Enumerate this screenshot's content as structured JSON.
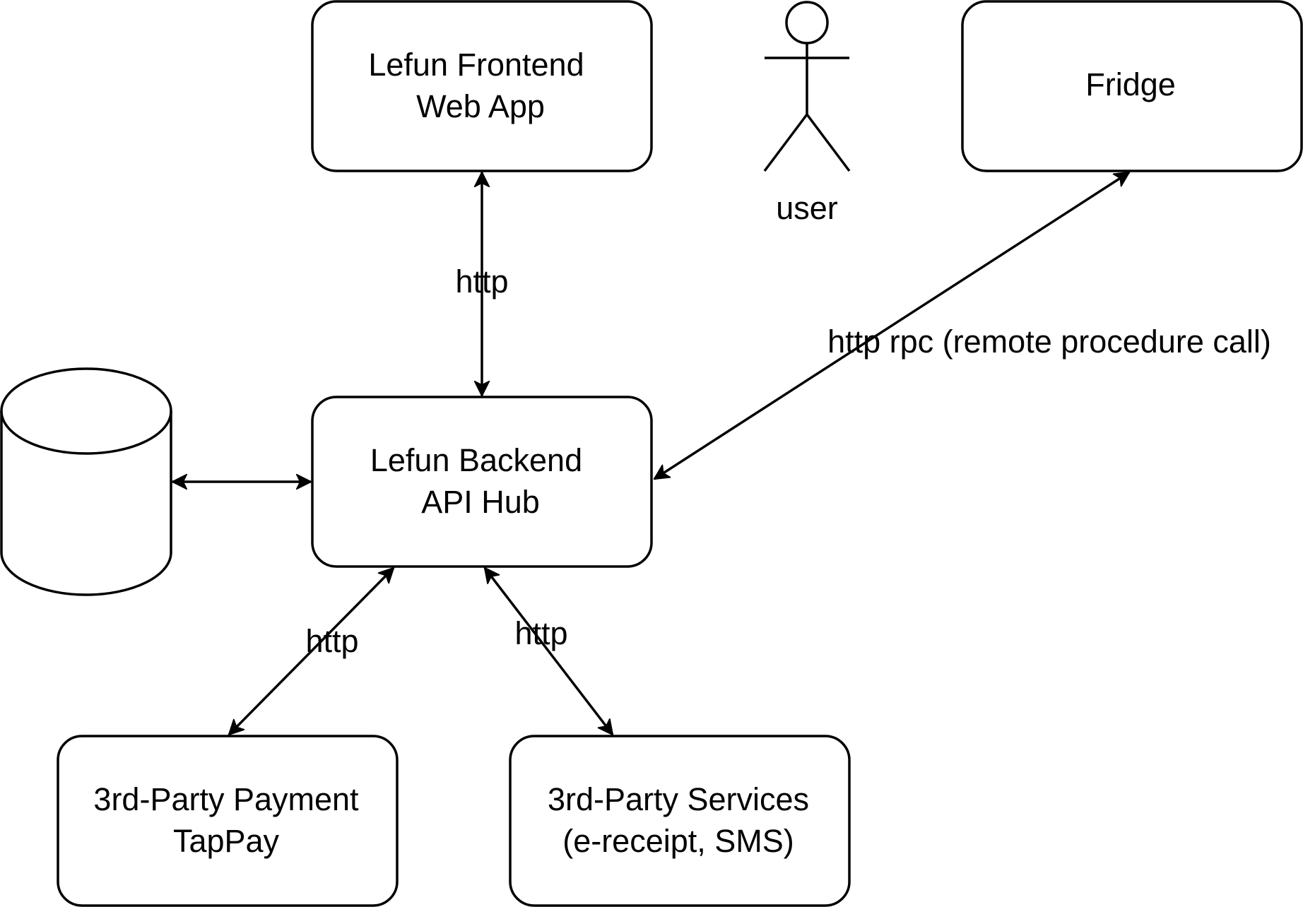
{
  "nodes": {
    "frontend": {
      "line1": "Lefun Frontend",
      "line2": "Web App"
    },
    "fridge": {
      "line1": "Fridge"
    },
    "backend": {
      "line1": "Lefun Backend",
      "line2": "API Hub"
    },
    "payment": {
      "line1": "3rd-Party Payment",
      "line2": "TapPay"
    },
    "services": {
      "line1": "3rd-Party Services",
      "line2": "(e-receipt, SMS)"
    },
    "user": {
      "label": "user"
    },
    "database": {
      "label": ""
    }
  },
  "edges": {
    "frontend_backend": {
      "label": "http"
    },
    "fridge_backend": {
      "label": "http rpc (remote procedure call)"
    },
    "backend_payment": {
      "label": "http"
    },
    "backend_services": {
      "label": "http"
    },
    "database_backend": {
      "label": ""
    }
  }
}
